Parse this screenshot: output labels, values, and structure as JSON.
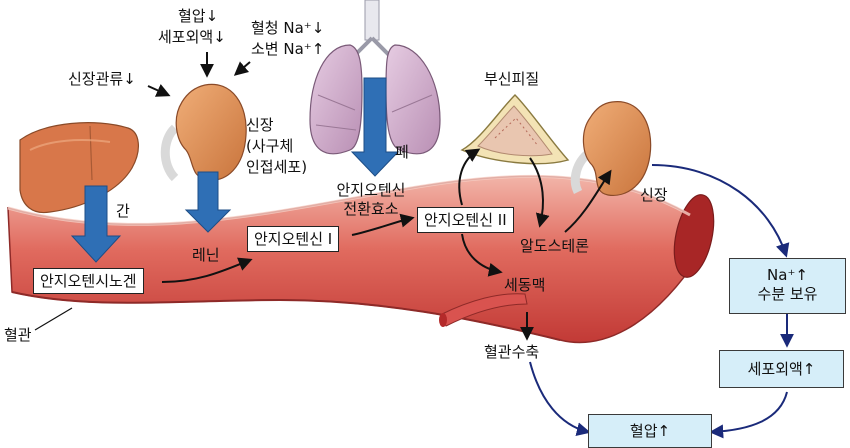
{
  "labels": {
    "bp_low": "혈압↓",
    "ecf_low": "세포외액↓",
    "serum_na_low": "혈청 Na⁺↓",
    "urine_na_high": "소변 Na⁺↑",
    "renal_perfusion_low": "신장관류↓",
    "kidney_left_line1": "신장",
    "kidney_left_line2": "(사구체",
    "kidney_left_line3": "인접세포)",
    "lung": "폐",
    "liver": "간",
    "renin": "레닌",
    "ace_line1": "안지오텐신",
    "ace_line2": "전환효소",
    "adrenal_cortex": "부신피질",
    "kidney_right": "신장",
    "aldosterone": "알도스테론",
    "arteriole": "세동맥",
    "vasoconstriction": "혈관수축",
    "vessel": "혈관"
  },
  "boxes": {
    "angiotensinogen": "안지오텐시노겐",
    "angiotensin1": "안지오텐신 I",
    "angiotensin2": "안지오텐신 II",
    "na_retention_line1": "Na⁺↑",
    "na_retention_line2": "수분 보유",
    "ecf_high": "세포외액↑",
    "bp_high": "혈압↑"
  },
  "colors": {
    "vessel_red": "#d9534f",
    "vessel_dark": "#b42a2a",
    "arrow_blue": "#2f6fb5",
    "kidney_orange": "#d98a4e",
    "liver_orange": "#d8774a",
    "lung_pink": "#cfa7c9",
    "box_blue": "#d6eef9",
    "navy_arrow": "#1a2a7a"
  }
}
